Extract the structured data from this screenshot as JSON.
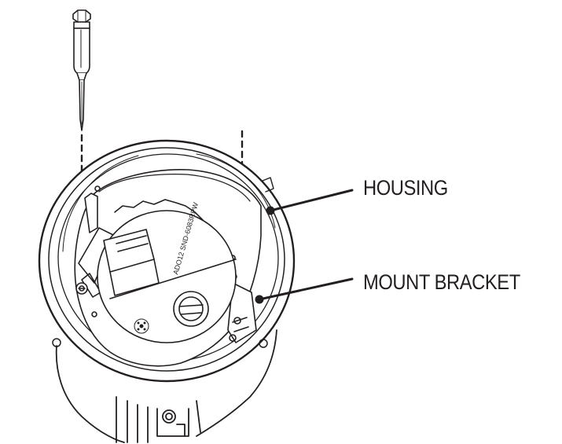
{
  "labels": {
    "housing": "HOUSING",
    "mount_bracket": "MOUNT BRACKET"
  },
  "engraving": {
    "model_text": "ADO12  SND-6083RPW"
  },
  "colors": {
    "line": "#231f20",
    "background": "#ffffff",
    "shadow": "#e6e6e6"
  }
}
